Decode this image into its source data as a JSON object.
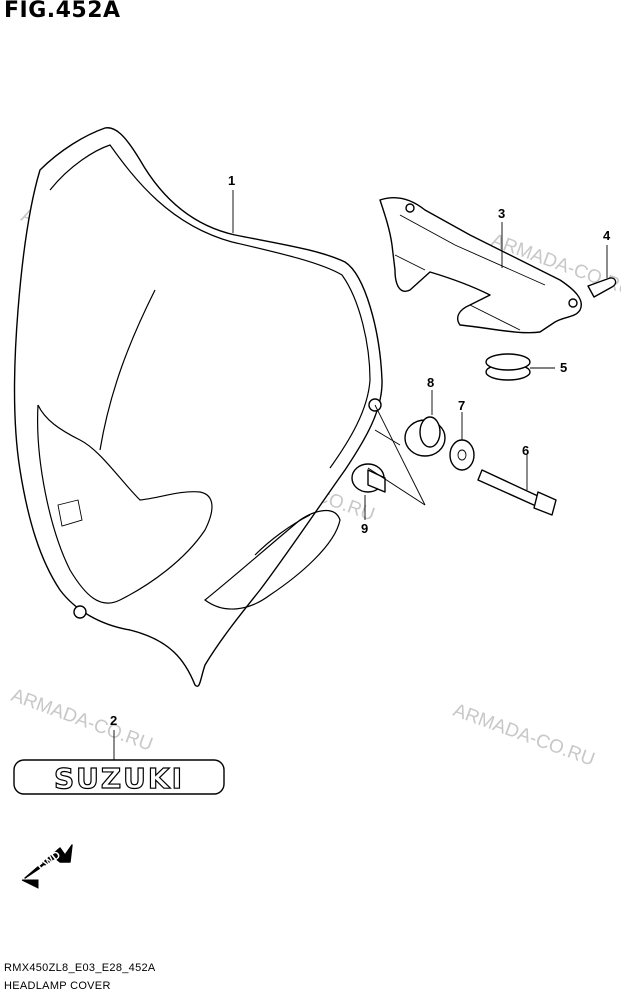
{
  "figure": {
    "title": "FIG.452A"
  },
  "footer": {
    "model_code": "RMX450ZL8_E03_E28_452A",
    "section_name": "HEADLAMP COVER"
  },
  "watermark": {
    "text": "ARMADA-CO.RU"
  },
  "callouts": [
    "1",
    "2",
    "3",
    "4",
    "5",
    "6",
    "7",
    "8",
    "9"
  ],
  "emblem": {
    "text": "SUZUKI"
  },
  "direction_arrow": {
    "text": "FWD"
  },
  "colors": {
    "line": "#000000",
    "watermark": "#c8c8c8",
    "background": "#ffffff"
  }
}
